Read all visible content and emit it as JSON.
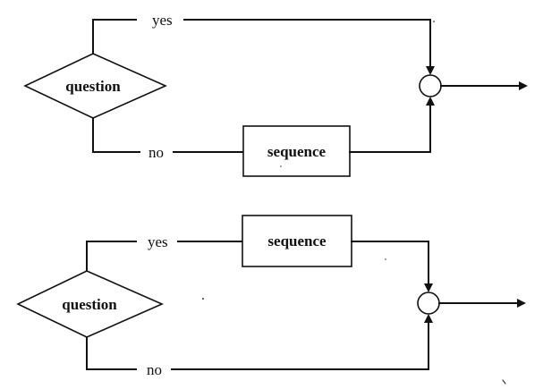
{
  "diagrams": [
    {
      "decision_label": "question",
      "yes_label": "yes",
      "no_label": "no",
      "process_label": "sequence"
    },
    {
      "decision_label": "question",
      "yes_label": "yes",
      "no_label": "no",
      "process_label": "sequence"
    }
  ]
}
